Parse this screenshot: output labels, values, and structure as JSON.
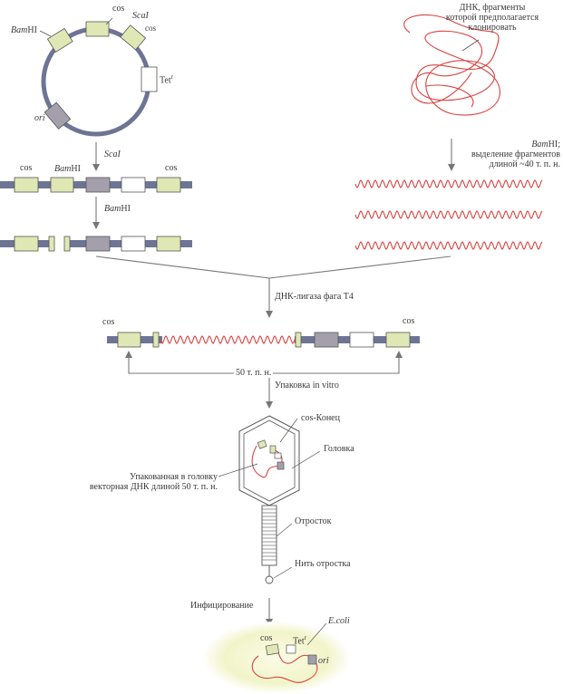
{
  "plasmid": {
    "cos_top": "cos",
    "scai": "ScaI",
    "cos_right": "cos",
    "bamhi_prefix": "Bam",
    "bamhi_suffix": "HI",
    "tet_main": "Tet",
    "tet_sup": "r",
    "ori": "ori"
  },
  "genomic": {
    "line1": "ДНК, фрагменты",
    "line2": "которой предполагается",
    "line3": "клонировать",
    "step_prefix": "Bam",
    "step_suffix": "HI;",
    "step_line2": "выделение фрагментов",
    "step_line3": "длиной ~40 т. п. н."
  },
  "linear": {
    "cos_left": "cos",
    "bamhi_prefix": "Bam",
    "bamhi_suffix": "HI",
    "cos_right": "cos",
    "scai_step": "ScaI",
    "bamhi_step_prefix": "Bam",
    "bamhi_step_suffix": "HI"
  },
  "ligation": {
    "step": "ДНК-лигаза фага Т4",
    "cos_left": "cos",
    "cos_right": "cos",
    "length": "50 т. п. н.",
    "packaging": "Упаковка in vitro"
  },
  "phage": {
    "cos_end": "cos-Конец",
    "head": "Головка",
    "packed_line1": "Упакованная в головку",
    "packed_line2": "векторная ДНК длиной 50 т. п. н.",
    "tail": "Отросток",
    "tail_fiber": "Нить отростка"
  },
  "infection": {
    "step": "Инфицирование",
    "ecoli": "E.coli",
    "cos": "cos",
    "tet_main": "Tet",
    "tet_sup": "r",
    "ori": "ori"
  },
  "colors": {
    "backbone": "#6e7494",
    "cos_box": "#dfe8b4",
    "grey_box": "#a3a0ac",
    "insert_red": "#d8433f",
    "ecoli_cell": "#f3f5cf",
    "arrow": "#777777"
  }
}
